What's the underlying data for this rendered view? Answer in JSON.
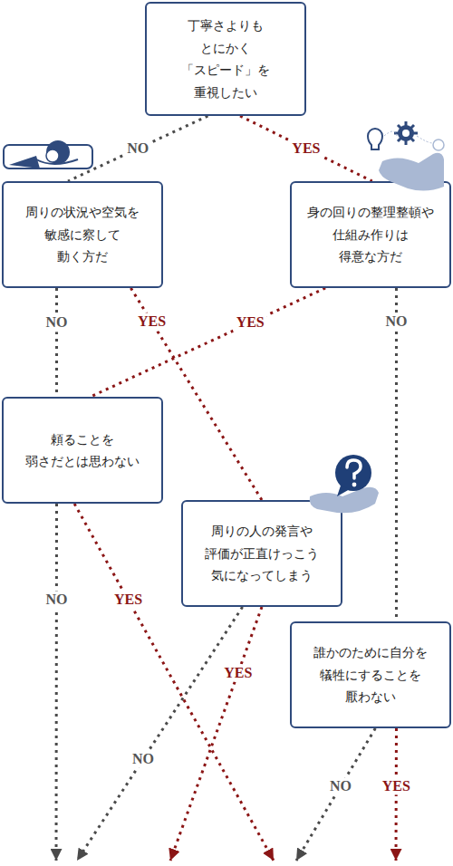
{
  "diagram": {
    "nodes": [
      {
        "text": [
          "丁寧さよりも とにかく 「スピード」を 重視したい"
        ]
      },
      {
        "text": [
          "周りの状況や空気を 敏感に察して 動く方だ"
        ]
      },
      {
        "text": [
          "身の回りの整理整頓や 仕組み作りは 得意な方だ"
        ]
      },
      {
        "text": [
          "頼ることを 弱さだとは思わない"
        ]
      },
      {
        "text": [
          "周りの人の発言や 評価が正直けっこう 気になってしまう"
        ]
      },
      {
        "text": [
          "誰かのために自分を 犠牲にすることを 厭わない"
        ]
      }
    ],
    "edges": [
      {
        "from": 0,
        "to": 1,
        "label": "NO",
        "arrow": "none"
      },
      {
        "from": 0,
        "to": 2,
        "label": "YES",
        "arrow": "none"
      },
      {
        "from": 1,
        "to": 3,
        "label": "NO",
        "arrow": "none"
      },
      {
        "from": 1,
        "to": 4,
        "label": "YES",
        "arrow": "none"
      },
      {
        "from": 2,
        "to": 3,
        "label": "YES",
        "arrow": "none"
      },
      {
        "from": 2,
        "to": 5,
        "label": "NO",
        "arrow": "none"
      }
    ],
    "labels": [
      "NO",
      "YES",
      "YES",
      "NO",
      "NO",
      "YES"
    ]
  }
}
